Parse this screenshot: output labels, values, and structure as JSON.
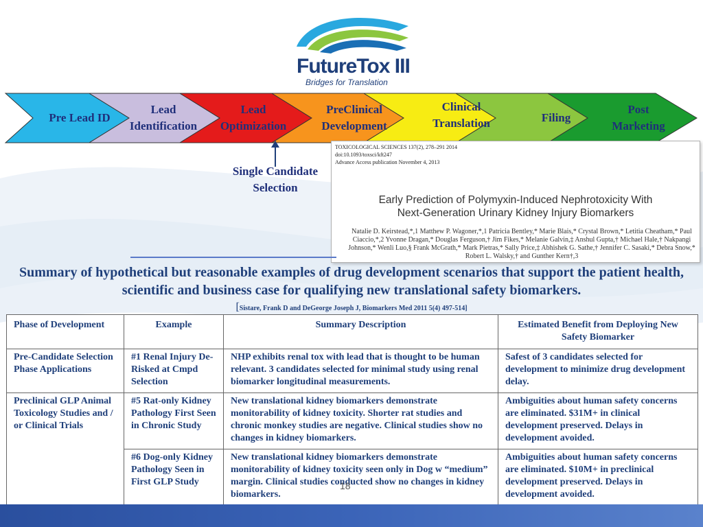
{
  "logo": {
    "name": "FutureTox III",
    "tagline": "Bridges for Translation"
  },
  "pipeline": {
    "stages": [
      {
        "label": "Pre Lead ID",
        "color": "#29b6e8"
      },
      {
        "label": "Lead Identification",
        "color": "#c9bede"
      },
      {
        "label": "Lead Optimization",
        "color": "#e41b1b"
      },
      {
        "label": "PreClinical Development",
        "color": "#f7941d"
      },
      {
        "label": "Clinical Translation",
        "color": "#f7ec13"
      },
      {
        "label": "Filing",
        "color": "#8cc63f"
      },
      {
        "label": "Post Marketing",
        "color": "#1a9b2f"
      }
    ],
    "candidate_label": "Single Candidate Selection"
  },
  "paper": {
    "meta_line1": "TOXICOLOGICAL SCIENCES 137(2), 278–291 2014",
    "meta_line2": "doi:10.1093/toxsci/kft247",
    "meta_line3": "Advance Access publication November 4, 2013",
    "title": "Early Prediction of Polymyxin-Induced Nephrotoxicity With Next-Generation Urinary Kidney Injury Biomarkers",
    "authors": "Natalie D. Keirstead,*,1 Matthew P. Wagoner,*,1 Patricia Bentley,* Marie Blais,* Crystal Brown,* Letitia Cheatham,* Paul Ciaccio,*,2 Yvonne Dragan,* Douglas Ferguson,† Jim Fikes,* Melanie Galvin,‡ Anshul Gupta,† Michael Hale,† Nakpangi Johnson,* Wenli Luo,§ Frank McGrath,* Mark Pietras,* Sally Price,‡ Abhishek G. Sathe,† Jennifer C. Sasaki,* Debra Snow,* Robert L. Walsky,† and Gunther Kern†,3"
  },
  "summary": "Summary of hypothetical but reasonable examples of drug development scenarios that support the patient health, scientific and business case for qualifying new translational safety biomarkers.",
  "citation": {
    "bracket": "[",
    "text": "Sistare, Frank D and DeGeorge Joseph J,  Biomarkers Med 2011 5(4) 497-514]"
  },
  "table": {
    "headers": [
      "Phase of Development",
      "Example",
      "Summary Description",
      "Estimated Benefit from Deploying New Safety Biomarker"
    ],
    "rows": [
      [
        "Pre-Candidate Selection Phase Applications",
        "#1 Renal Injury De-Risked at Cmpd Selection",
        "NHP exhibits renal tox with lead that is thought to be human relevant.  3 candidates selected for minimal study using renal biomarker longitudinal measurements.",
        "Safest of 3 candidates selected for development to minimize drug development delay."
      ],
      [
        "Preclinical GLP Animal Toxicology Studies and / or Clinical Trials",
        "#5 Rat-only Kidney Pathology First Seen in Chronic Study",
        "New translational kidney biomarkers demonstrate monitorability of kidney toxicity.  Shorter rat studies and chronic monkey studies are negative.  Clinical studies show no changes in kidney biomarkers.",
        "Ambiguities about human safety concerns are eliminated.  $31M+ in clinical development preserved.  Delays in development avoided."
      ],
      [
        "",
        "#6 Dog-only Kidney Pathology Seen in First GLP Study",
        "New translational kidney biomarkers demonstrate monitorability of kidney toxicity seen only in Dog w “medium” margin.  Clinical studies conducted show no changes in kidney biomarkers.",
        "Ambiguities about human safety concerns are eliminated.  $10M+ in preclinical development preserved.  Delays in development avoided."
      ]
    ]
  },
  "page_number": "18"
}
